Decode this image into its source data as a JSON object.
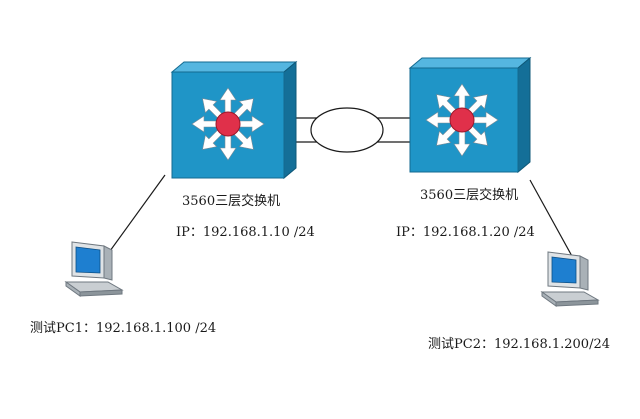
{
  "switches": [
    {
      "id": "switch-left",
      "name": "3560三层交换机",
      "ip": "IP：192.168.1.10 /24",
      "color": "#1f95c7"
    },
    {
      "id": "switch-right",
      "name": "3560三层交换机",
      "ip": "IP：192.168.1.20 /24",
      "color": "#1f95c7"
    }
  ],
  "pcs": [
    {
      "id": "pc-left",
      "label": "测试PC1：192.168.1.100 /24"
    },
    {
      "id": "pc-right",
      "label": "测试PC2：192.168.1.200/24"
    }
  ],
  "links": [
    {
      "from": "switch-left",
      "to": "switch-right",
      "type": "etherchannel-bundle"
    },
    {
      "from": "switch-left",
      "to": "pc-left",
      "type": "ethernet"
    },
    {
      "from": "switch-right",
      "to": "pc-right",
      "type": "ethernet"
    }
  ],
  "icons": {
    "switch": "layer3-switch-icon",
    "pc": "workstation-icon"
  },
  "colors": {
    "switch_face": "#1f95c7",
    "switch_top": "#55b6e0",
    "hub": "#e0304a",
    "pc_screen": "#1e7fd0",
    "link": "#1a1a1a"
  }
}
